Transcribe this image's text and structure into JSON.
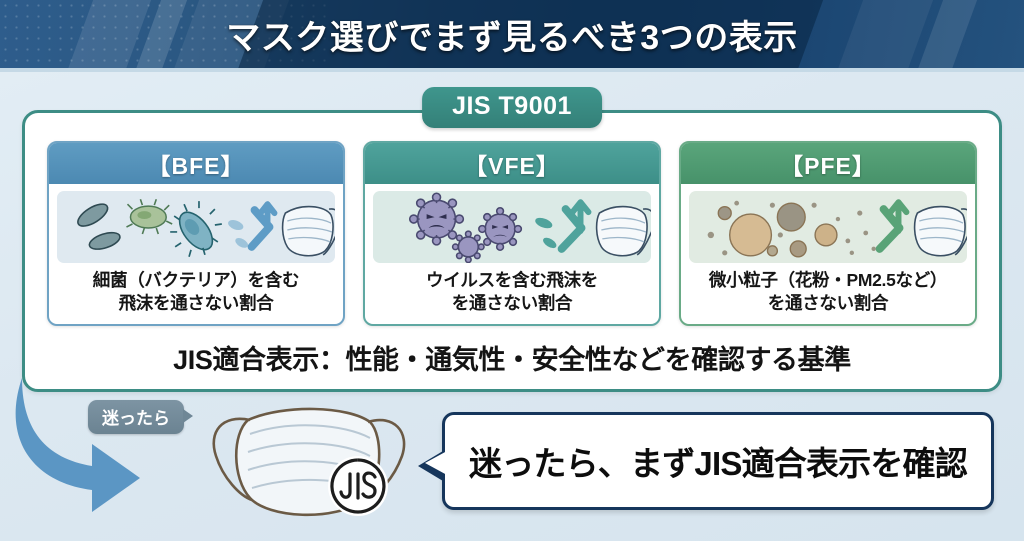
{
  "header": {
    "title": "マスク選びでまず見るべき3つの表示"
  },
  "standard": {
    "badge_label": "JIS T9001",
    "compliance_line": "JIS適合表示：性能・通気性・安全性などを確認する基準"
  },
  "panels": [
    {
      "id": "bfe",
      "title": "【BFE】",
      "description_line1": "細菌（バクテリア）を含む",
      "description_line2": "飛沫を通さない割合",
      "accent_color": "#4c89b2",
      "art_bg": "#dfe9f0",
      "art_subject": "bacteria-icon"
    },
    {
      "id": "vfe",
      "title": "【VFE】",
      "description_line1": "ウイルスを含む飛沫を",
      "description_line2": "を通さない割合",
      "accent_color": "#3d8f88",
      "art_bg": "#dbeae6",
      "art_subject": "virus-icon"
    },
    {
      "id": "pfe",
      "title": "【PFE】",
      "description_line1": "微小粒子（花粉・PM2.5など）",
      "description_line2": "を通さない割合",
      "accent_color": "#47926a",
      "art_bg": "#e1ebe2",
      "art_subject": "pollen-icon"
    }
  ],
  "bottom": {
    "hint_badge": "迷ったら",
    "callout": "迷ったら、まずJIS適合表示を確認",
    "mask_mark_label": "JIS"
  },
  "colors": {
    "header_navy": "#1d4670",
    "card_border_teal": "#3d8d85",
    "badge_teal": "#3f968d",
    "callout_border": "#16365c",
    "arrow_blue": "#5b96c4",
    "page_bg": "#dce8f1"
  }
}
